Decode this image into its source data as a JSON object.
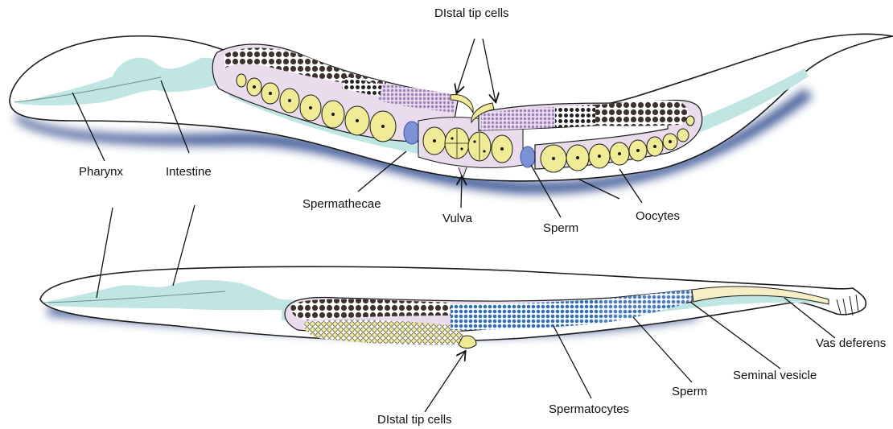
{
  "labels": {
    "distal_tip_cells_top": "DIstal tip cells",
    "pharynx": "Pharynx",
    "intestine": "Intestine",
    "spermathecae": "Spermathecae",
    "vulva": "Vulva",
    "sperm_herm": "Sperm",
    "oocytes": "Oocytes",
    "vas_deferens": "Vas deferens",
    "seminal_vesicle": "Seminal vesicle",
    "sperm_male": "Sperm",
    "spermatocytes": "Spermatocytes",
    "distal_tip_cells_bottom": "DIstal tip cells"
  },
  "colors": {
    "body_fill": "#ffffff",
    "outline": "#1a1a1a",
    "shadow": "#1f3a82",
    "pharynx_intestine": "#bfe6e2",
    "oocyte": "#f2eb95",
    "nucleus": "#1a1a1a",
    "germline_dark": "#3e322f",
    "spermatheca": "#7b93d6",
    "spermatocyte_pink": "#b99ac9",
    "sperm_blue": "#2f6fc4",
    "gonad_sheath": "#eadcec",
    "seminal_vesicle": "#f6efc6"
  }
}
